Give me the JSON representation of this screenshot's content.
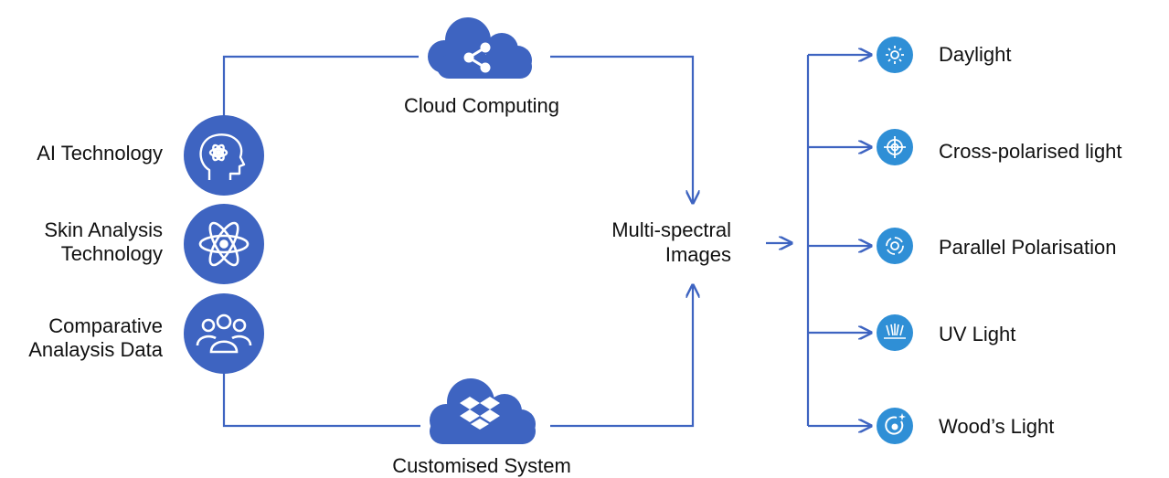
{
  "center": {
    "line1": "Multi-spectral",
    "line2": "Images"
  },
  "top_node": {
    "label": "Cloud Computing",
    "icon": "share-icon"
  },
  "bottom_node": {
    "label": "Customised System",
    "icon": "dropbox-icon"
  },
  "left_nodes": [
    {
      "label": "AI Technology",
      "icon": "ai-head-icon"
    },
    {
      "label": "Skin Analysis\nTechnology",
      "icon": "atom-icon"
    },
    {
      "label": "Comparative\nAnalaysis Data",
      "icon": "users-icon"
    }
  ],
  "outputs": [
    {
      "label": "Daylight",
      "icon": "sun-icon"
    },
    {
      "label": "Cross-polarised light",
      "icon": "target-icon"
    },
    {
      "label": "Parallel Polarisation",
      "icon": "focus-circle-icon"
    },
    {
      "label": "UV Light",
      "icon": "uv-light-icon"
    },
    {
      "label": "Wood’s Light",
      "icon": "sparkle-circle-icon"
    }
  ],
  "colors": {
    "primary_blue": "#3E64C1",
    "output_blue": "#2F8FD6",
    "line_blue": "#3E64C1"
  }
}
